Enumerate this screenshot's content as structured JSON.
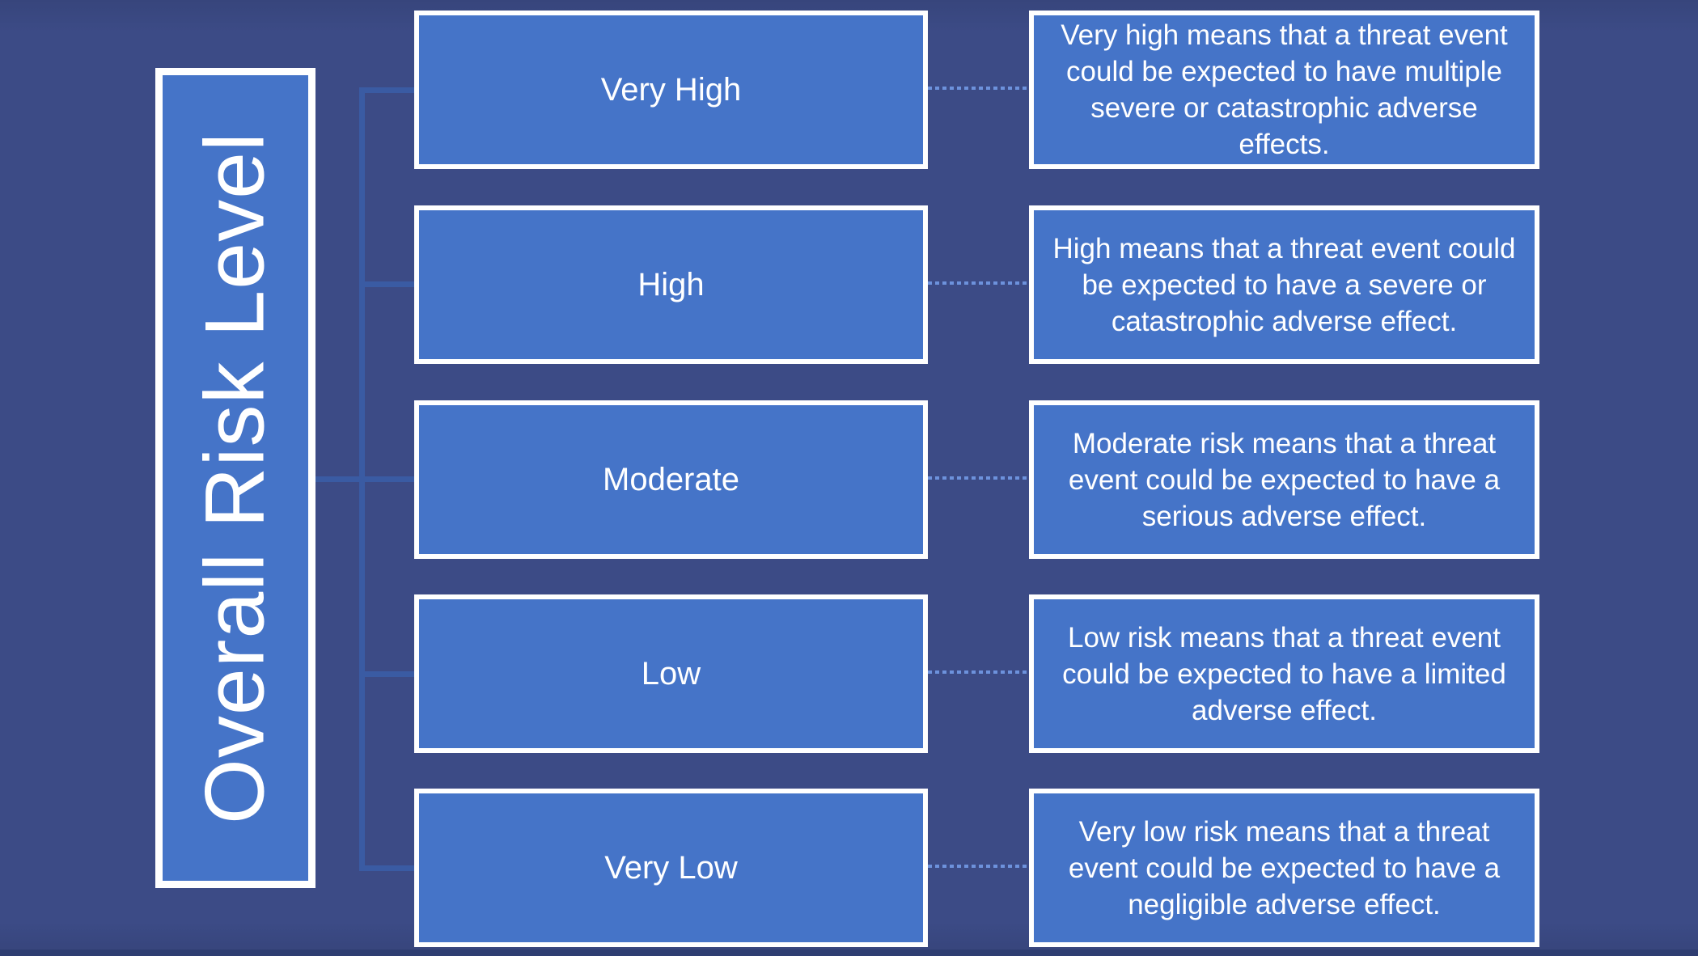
{
  "diagram": {
    "title": "Overall Risk Level",
    "rows": [
      {
        "label": "Very High",
        "description": "Very high means that a threat event could be expected to have multiple severe or catastrophic adverse effects."
      },
      {
        "label": "High",
        "description": "High means that a threat event could be expected to have a severe or catastrophic adverse effect."
      },
      {
        "label": "Moderate",
        "description": "Moderate risk means that a threat event could be expected to have a serious adverse effect."
      },
      {
        "label": "Low",
        "description": "Low risk means that a threat event could be expected to have a limited adverse effect."
      },
      {
        "label": "Very Low",
        "description": "Very low risk means that a threat event could be expected to have a negligible adverse effect."
      }
    ],
    "colors": {
      "background": "#3C4B86",
      "background_bottom_edge": "#2E3D71",
      "box_fill": "#4574C8",
      "box_border": "#FFFFFF",
      "connector_solid": "#3A5BA3",
      "connector_dashed": "#6D92DC",
      "text": "#FFFFFF"
    }
  }
}
